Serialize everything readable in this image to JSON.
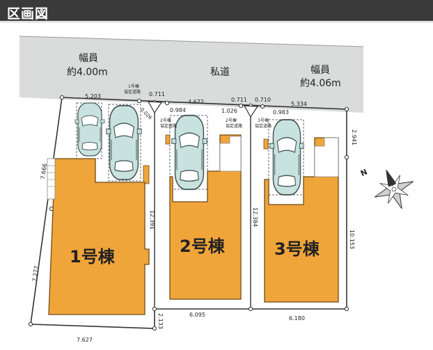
{
  "header": {
    "title": "区画図"
  },
  "road": {
    "name": "私道",
    "left_width_label": "幅員",
    "left_width_value": "約4.00m",
    "right_width_label": "幅員",
    "right_width_value": "約4.06m"
  },
  "buildings": [
    {
      "label": "1号棟"
    },
    {
      "label": "2号棟"
    },
    {
      "label": "3号棟"
    }
  ],
  "easements": [
    {
      "label_line1": "1号棟",
      "label_line2": "協定道路"
    },
    {
      "label_line1": "2号棟",
      "label_line2": "協定道路"
    },
    {
      "label_line1": "2号棟",
      "label_line2": "協定道路"
    },
    {
      "label_line1": "3号棟",
      "label_line2": "協定道路"
    }
  ],
  "dimensions": {
    "top_lot1": "5.203",
    "top_small1": "0.711",
    "top_diag": "0.026",
    "top_lot2_small": "0.984",
    "top_lot2": "4.672",
    "top_small2": "0.711",
    "top_small3": "0.710",
    "mid_1026": "1.026",
    "mid_0983": "0.983",
    "top_lot3": "5.334",
    "right_upper": "2.941",
    "right_lower": "10.153",
    "left_upper": "7.666",
    "left_lower": "7.277",
    "bottom_lot1": "7.627",
    "bottom_corner": "2.133",
    "bottom_lot2": "6.095",
    "bottom_lot3": "6.180",
    "lot2_depth": "12.391",
    "lot3_depth": "12.384"
  },
  "compass": {
    "north_label": "N"
  },
  "colors": {
    "building": "#f0a53a",
    "building_stroke": "#6e4a16",
    "road": "#d9dcdb",
    "car_body": "#c7e2df",
    "title_bar": "#3a3a3a"
  }
}
